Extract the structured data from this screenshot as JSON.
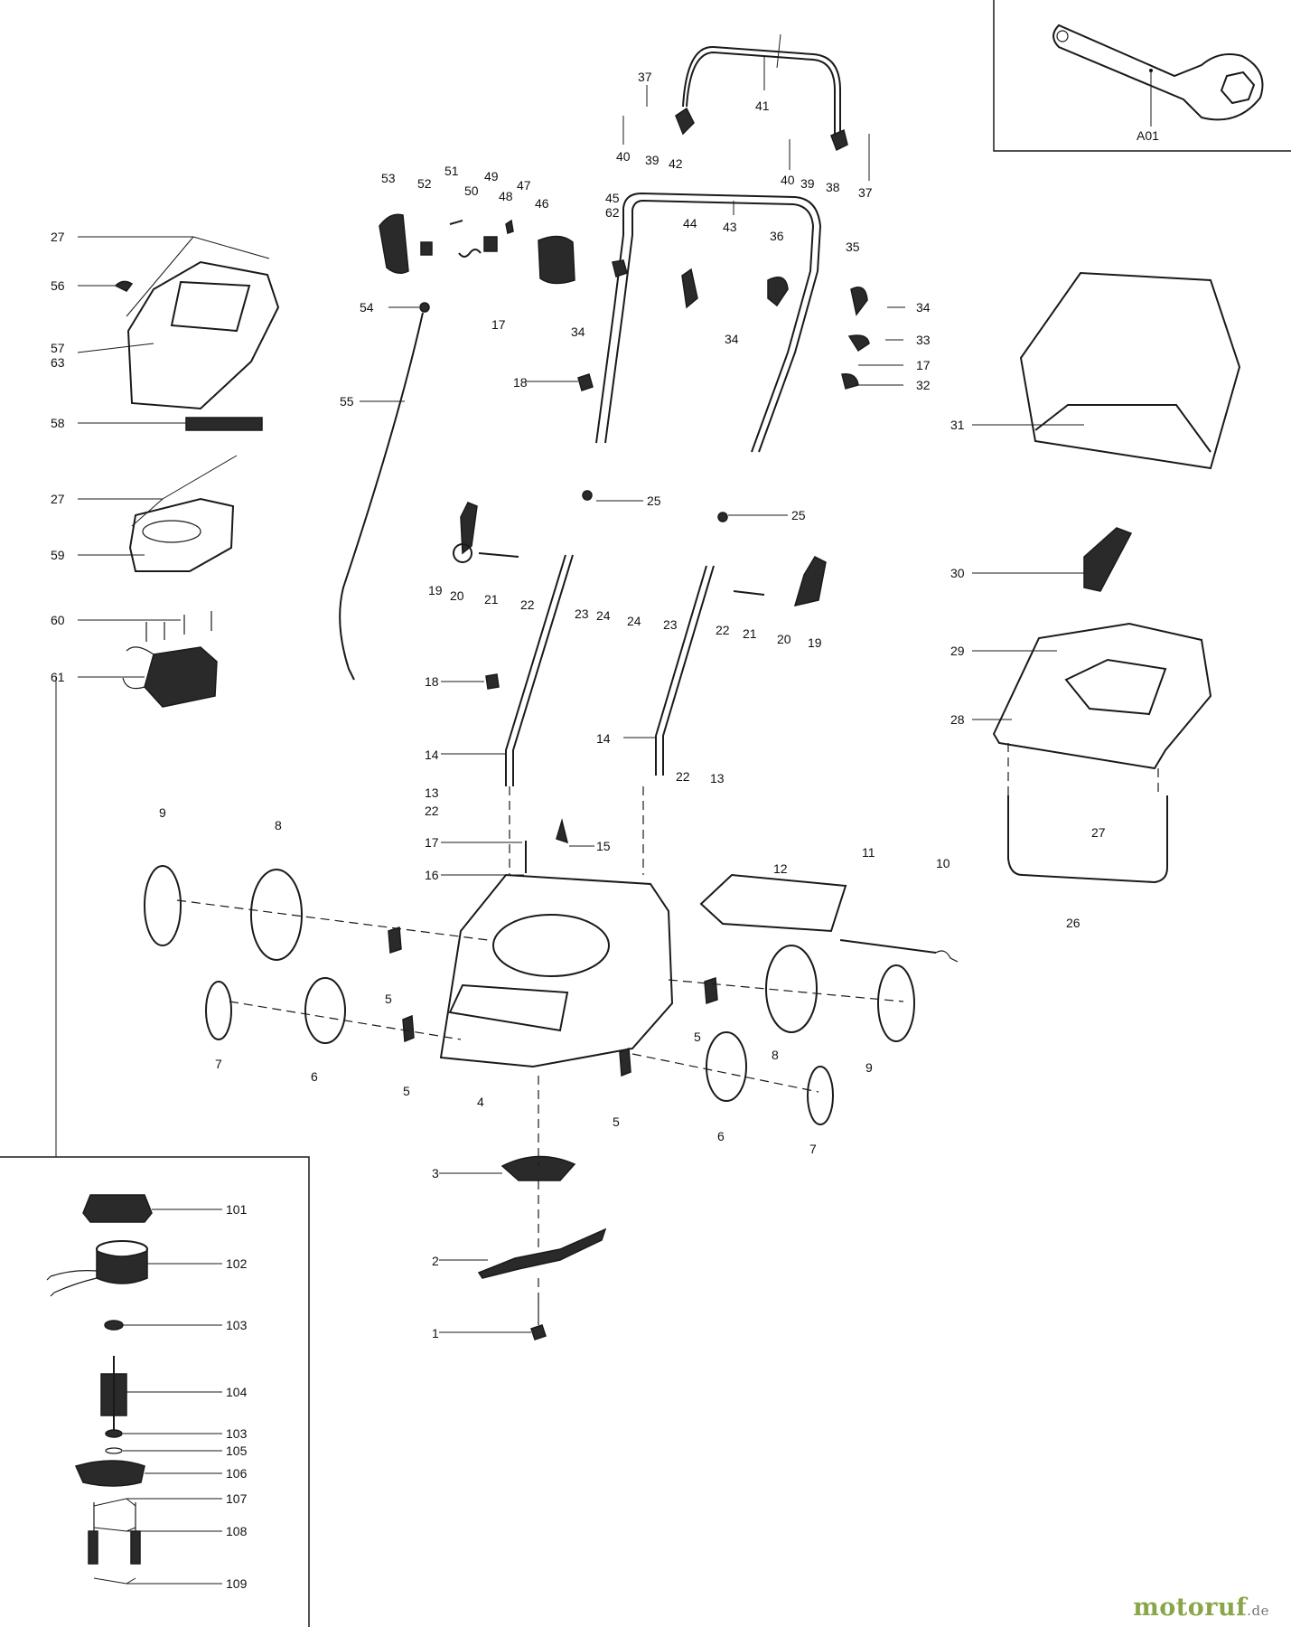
{
  "labels": {
    "A01": "A01",
    "p1": "1",
    "p2": "2",
    "p3": "3",
    "p4": "4",
    "p5": "5",
    "p6": "6",
    "p7": "7",
    "p8": "8",
    "p9": "9",
    "p10": "10",
    "p11": "11",
    "p12": "12",
    "p13": "13",
    "p14": "14",
    "p15": "15",
    "p16": "16",
    "p17": "17",
    "p18": "18",
    "p19": "19",
    "p20": "20",
    "p21": "21",
    "p22": "22",
    "p23": "23",
    "p24": "24",
    "p25": "25",
    "p26": "26",
    "p27": "27",
    "p28": "28",
    "p29": "29",
    "p30": "30",
    "p31": "31",
    "p32": "32",
    "p33": "33",
    "p34": "34",
    "p35": "35",
    "p36": "36",
    "p37": "37",
    "p38": "38",
    "p39": "39",
    "p40": "40",
    "p41": "41",
    "p42": "42",
    "p43": "43",
    "p44": "44",
    "p45": "45",
    "p46": "46",
    "p47": "47",
    "p48": "48",
    "p49": "49",
    "p50": "50",
    "p51": "51",
    "p52": "52",
    "p53": "53",
    "p54": "54",
    "p55": "55",
    "p56": "56",
    "p57": "57",
    "p58": "58",
    "p59": "59",
    "p60": "60",
    "p61": "61",
    "p62": "62",
    "p63": "63",
    "p101": "101",
    "p102": "102",
    "p103": "103",
    "p104": "104",
    "p105": "105",
    "p106": "106",
    "p107": "107",
    "p108": "108",
    "p109": "109"
  },
  "watermark": {
    "brand_main": "motoruf",
    "brand_tld": ".de"
  }
}
